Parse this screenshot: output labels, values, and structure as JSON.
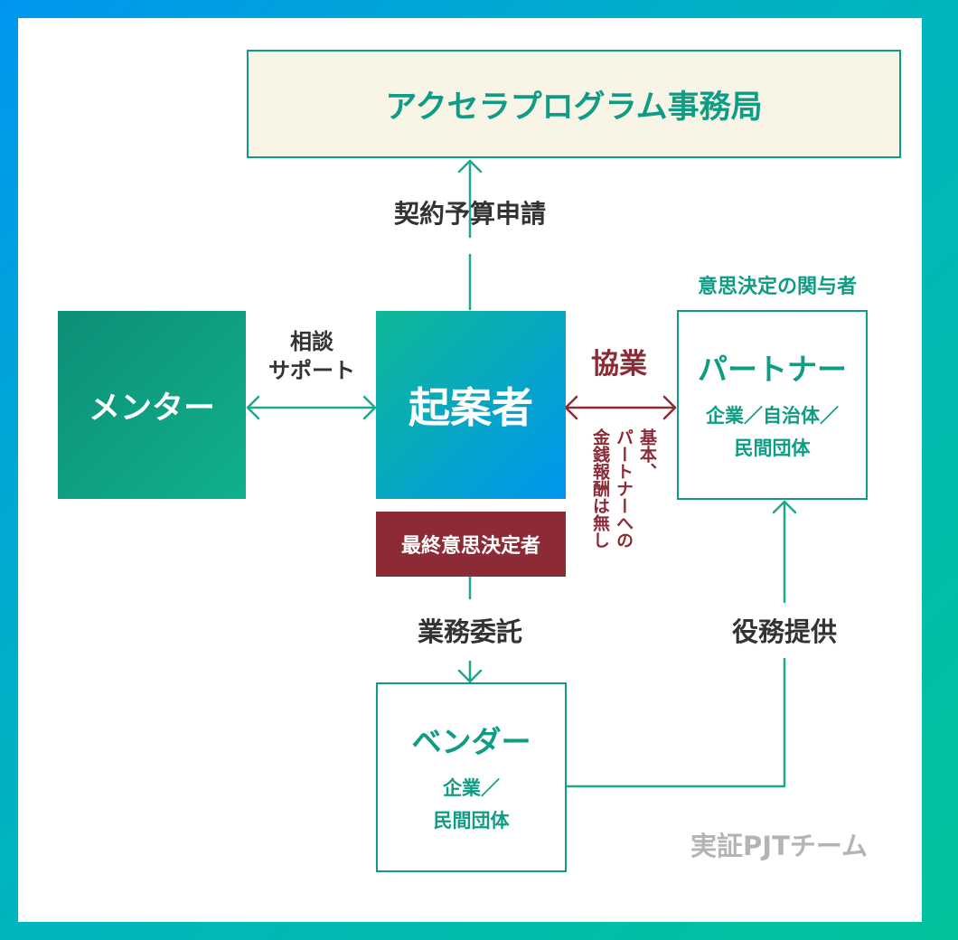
{
  "colors": {
    "teal": "#0e9c84",
    "line": "#1fa88e",
    "maroon": "#8c2a35",
    "blue": "#0096f0",
    "cream": "#f8f5e6",
    "gray": "#b4b4b4"
  },
  "nodes": {
    "secretariat": {
      "label": "アクセラプログラム事務局"
    },
    "mentor": {
      "label": "メンター"
    },
    "proposer": {
      "label": "起案者",
      "badge": "最終意思決定者"
    },
    "partner": {
      "label": "パートナー",
      "tag": "意思決定の関与者",
      "sub1": "企業／自治体／",
      "sub2": "民間団体"
    },
    "vendor": {
      "label": "ベンダー",
      "sub1": "企業／",
      "sub2": "民間団体"
    }
  },
  "edges": {
    "contract": "契約予算申請",
    "consult_line1": "相談",
    "consult_line2": "サポート",
    "collab": "協業",
    "collab_note_col1": "基本、",
    "collab_note_col2": "パートナーへの",
    "collab_note_col3": "金銭報酬は無し",
    "outsourcing": "業務委託",
    "service": "役務提供"
  },
  "team_label": "実証PJTチーム"
}
